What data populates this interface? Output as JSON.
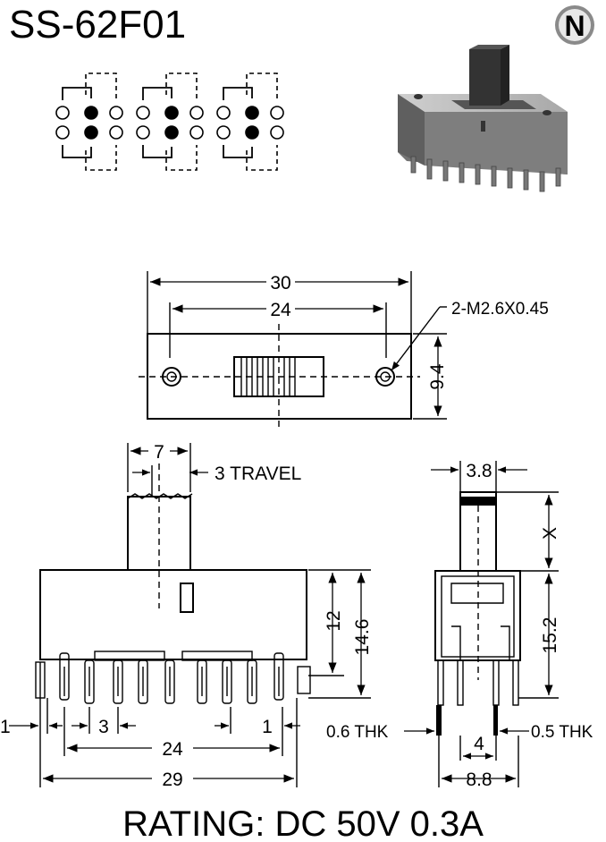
{
  "part_number": "SS-62F01",
  "logo_letter": "N",
  "dimensions": {
    "overall_length": "30",
    "mounting_pitch": "24",
    "screw_spec": "2-M2.6X0.45",
    "body_height": "9.4",
    "actuator_width": "7",
    "travel": "3 TRAVEL",
    "terminal_height_12": "12",
    "terminal_height_14_6": "14.6",
    "side_gap_left": "1",
    "pin_pitch": "3",
    "side_gap_right": "1",
    "pin_span": "24",
    "base_length": "29",
    "actuator_thickness": "3.8",
    "actuator_height": "X",
    "side_height": "15.2",
    "left_pin_thickness": "0.6 THK",
    "pin_row_spacing": "4",
    "right_pin_thickness": "0.5 THK",
    "side_width": "8.8"
  },
  "rating": "RATING: DC 50V 0.3A"
}
